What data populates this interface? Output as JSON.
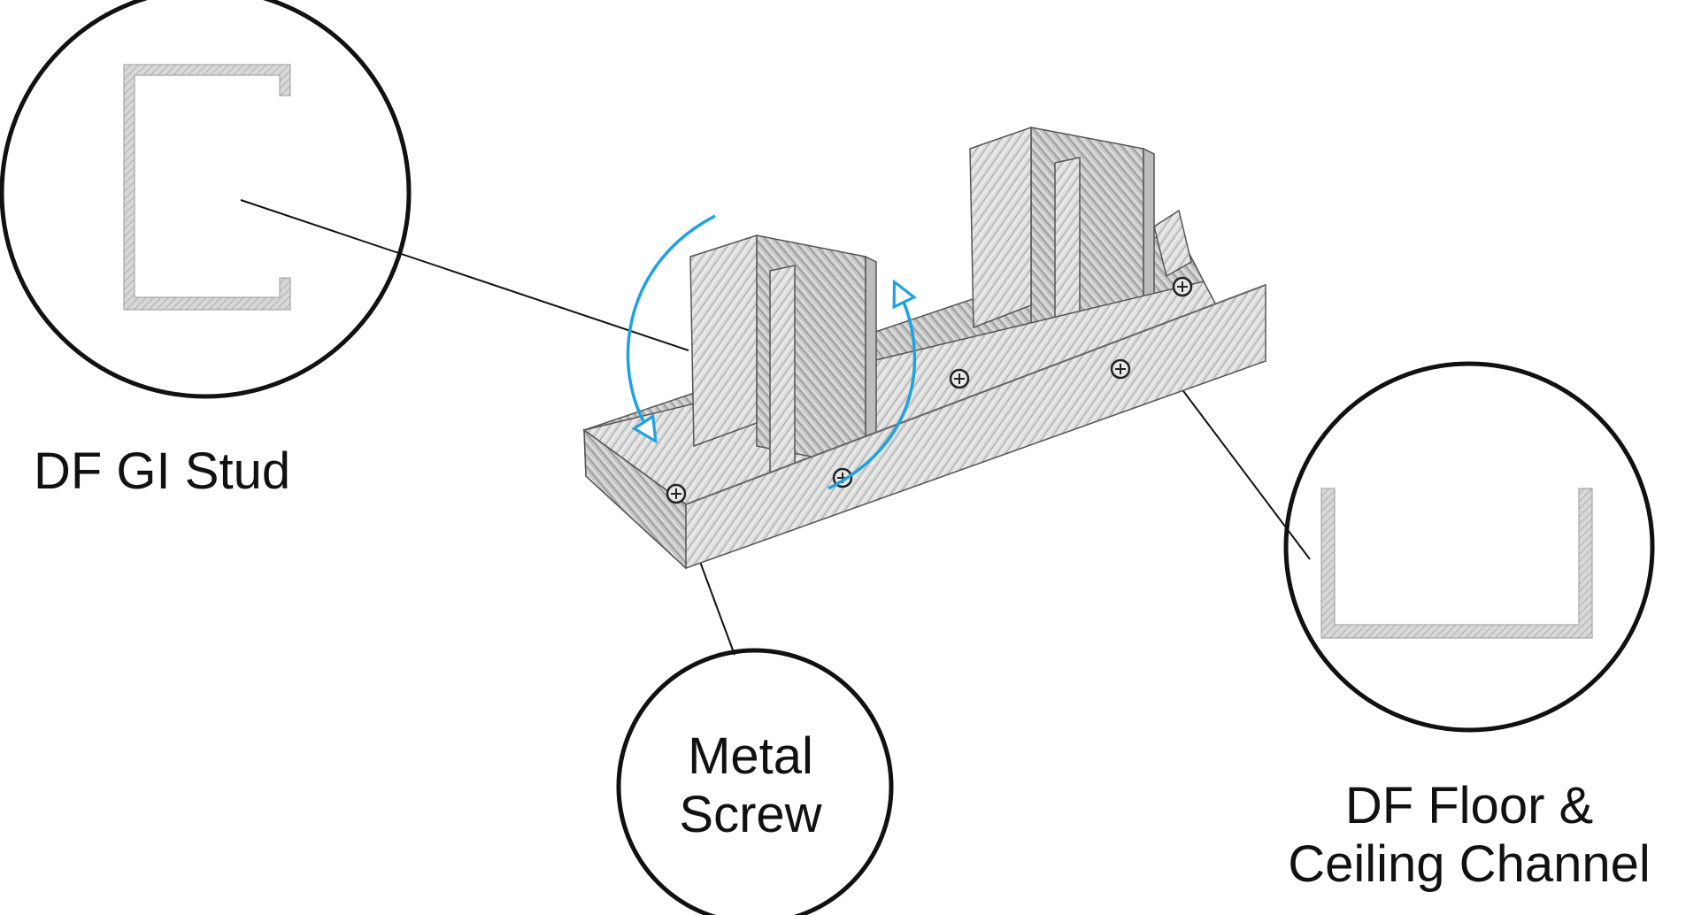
{
  "labels": {
    "stud": "DF GI Stud",
    "screw": [
      "Metal",
      "Screw"
    ],
    "channel": [
      "DF Floor &",
      "Ceiling Channel"
    ]
  },
  "colors": {
    "outline": "#111111",
    "metal_light": "#e4e4e4",
    "metal_mid": "#c8c8c8",
    "metal_dark": "#9a9a9a",
    "arrow": "#1ea3e0"
  },
  "icons": {
    "screw": "screw-head-icon",
    "rotate_arrow": "curved-arrow-icon"
  }
}
